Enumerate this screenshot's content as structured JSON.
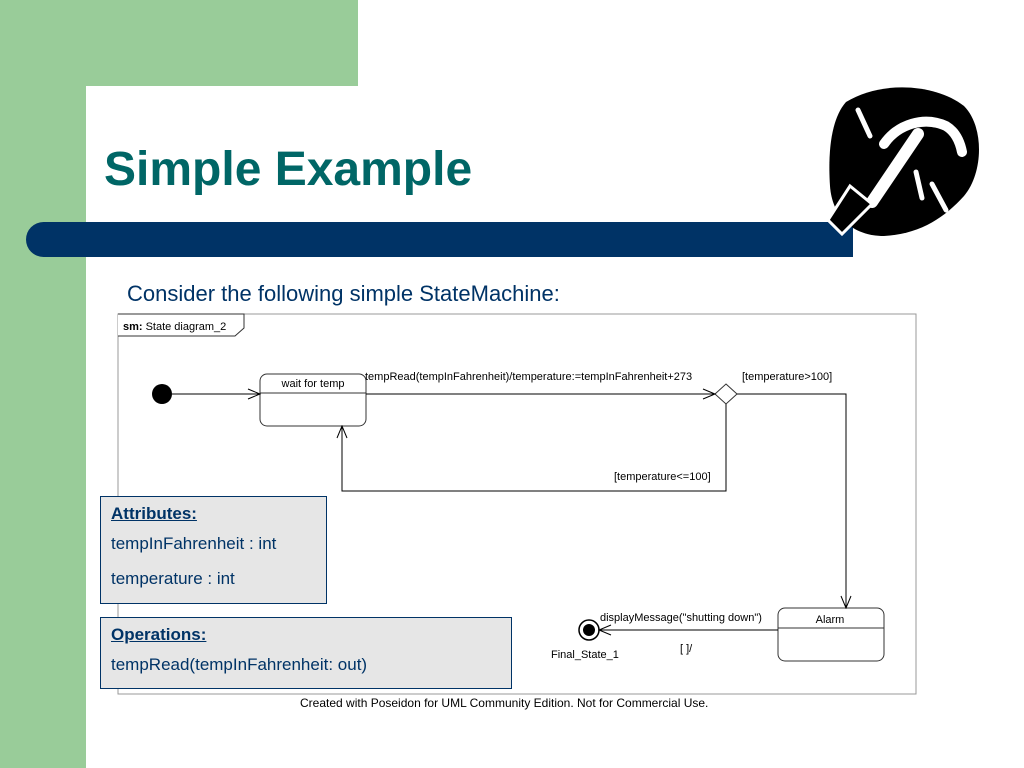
{
  "slide": {
    "title": "Simple Example",
    "subtitle": "Consider the following simple StateMachine:",
    "credit": "Created with Poseidon for UML Community Edition. Not for Commercial Use."
  },
  "diagram": {
    "frame_keyword": "sm:",
    "frame_name": "State diagram_2",
    "states": {
      "wait": "wait for temp",
      "alarm": "Alarm",
      "final": "Final_State_1"
    },
    "transitions": {
      "read": "tempRead(tempInFahrenheit)/temperature:=tempInFahrenheit+273",
      "guard_high": "[temperature>100]",
      "guard_low": "[temperature<=100]",
      "display": "displayMessage(\"shutting down\")",
      "empty": "[ ]/"
    }
  },
  "attributes": {
    "heading": "Attributes:",
    "items": [
      "tempInFahrenheit : int",
      "temperature : int"
    ]
  },
  "operations": {
    "heading": "Operations:",
    "items": [
      "tempRead(tempInFahrenheit: out)"
    ]
  },
  "colors": {
    "title": "#006666",
    "band": "#003366",
    "green": "#99cc99",
    "box_fill": "#e6e6e6"
  },
  "icons": {
    "logo": "hammer-nails-logo-icon"
  }
}
